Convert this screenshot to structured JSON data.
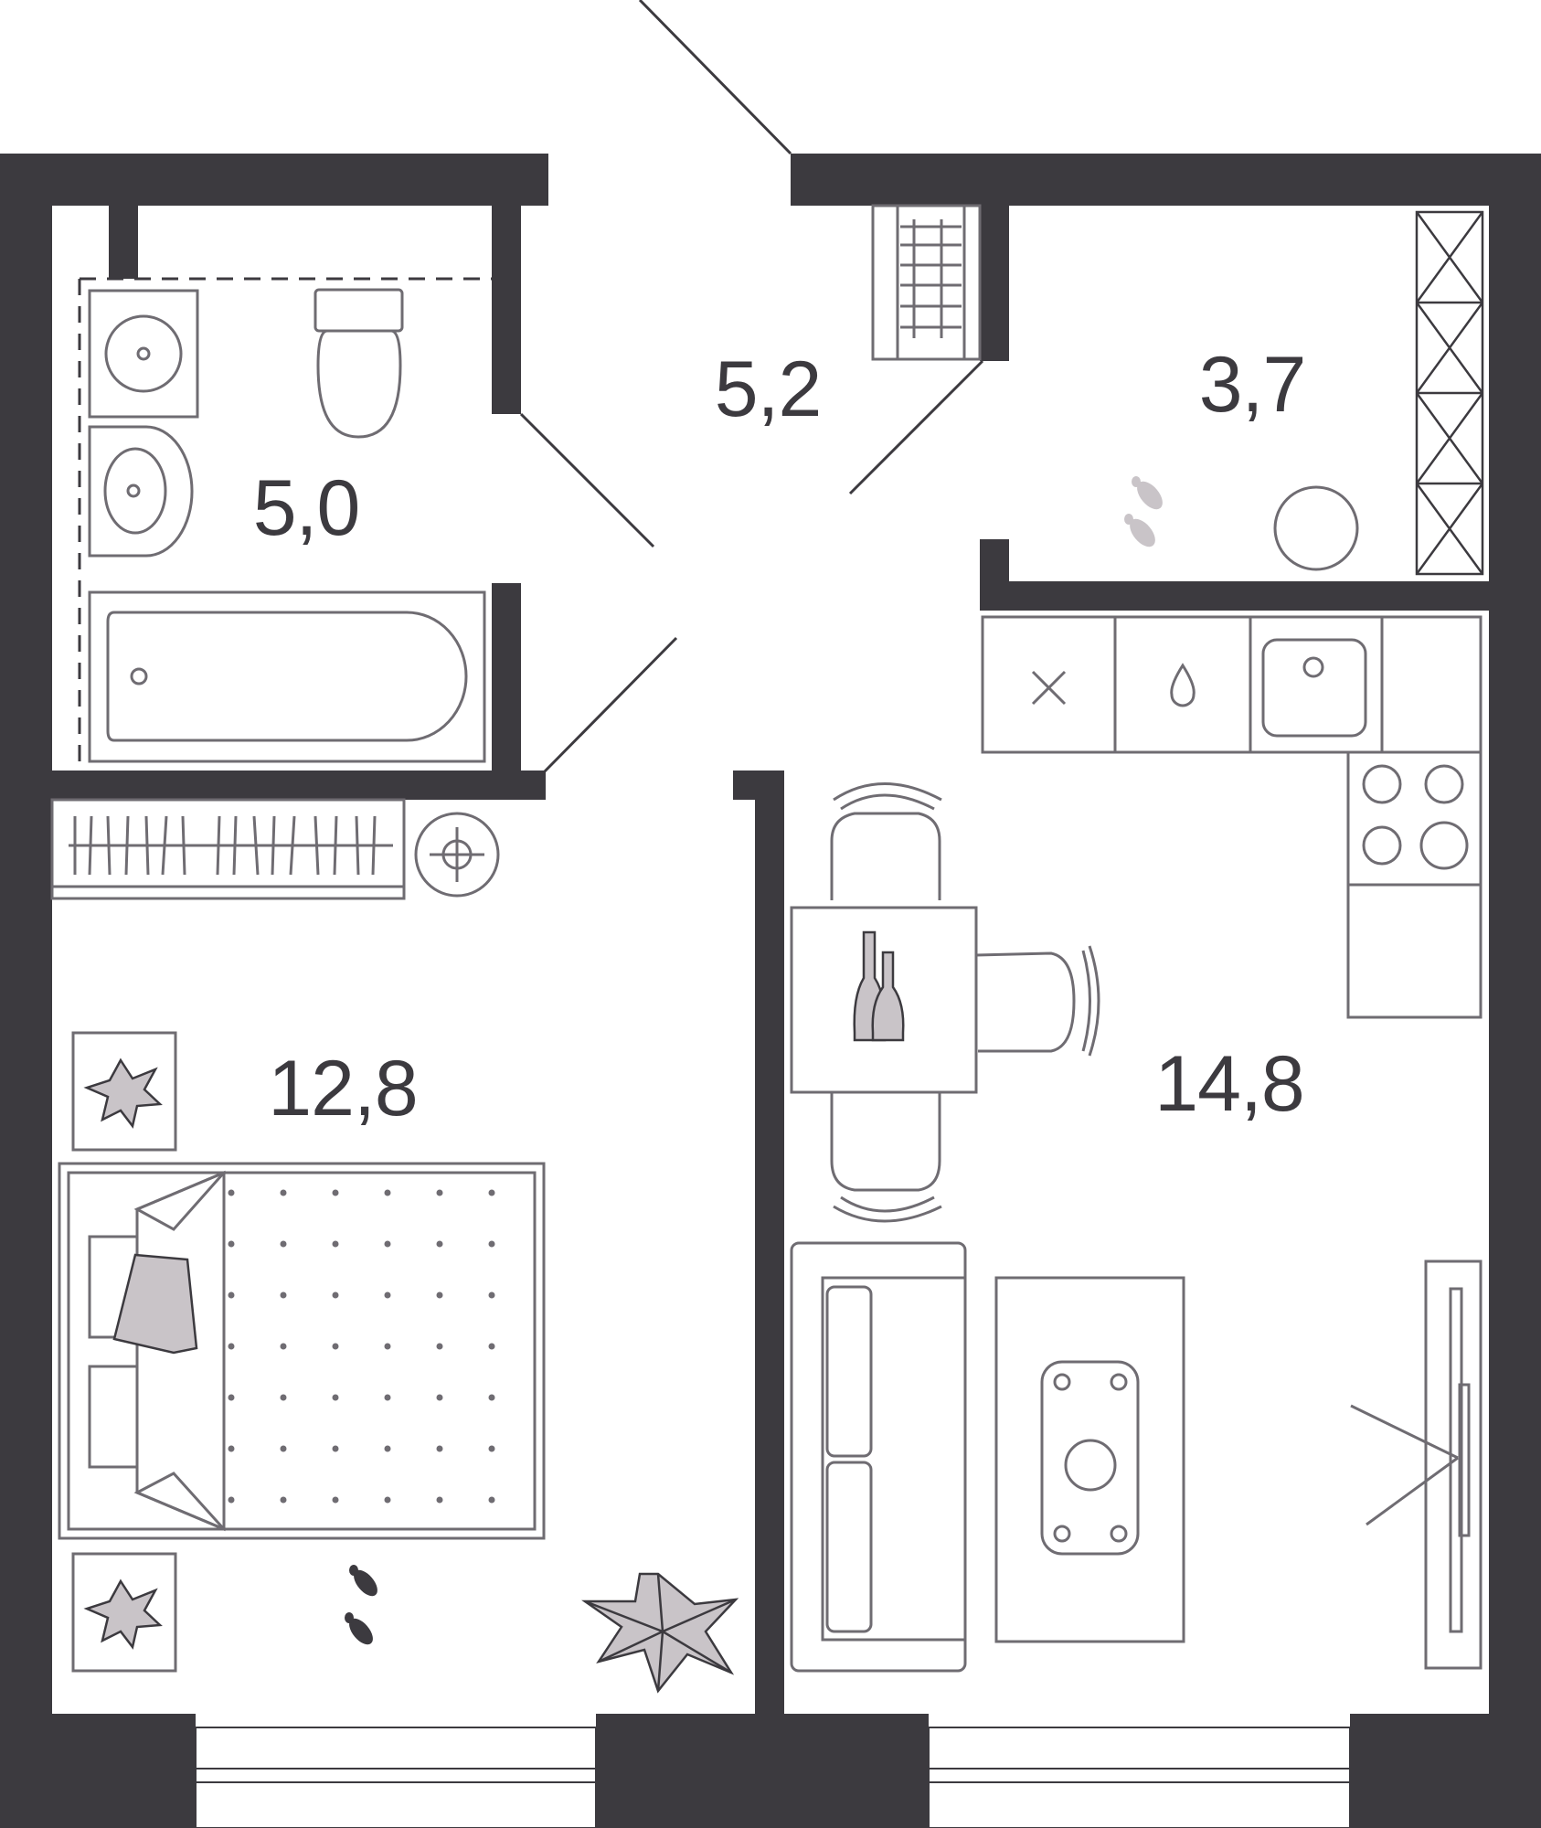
{
  "colors": {
    "wall": "#3c3a3f",
    "furniture_line": "#6f6c72",
    "accent_fill": "#c9c4c8",
    "background": "#ffffff"
  },
  "rooms": [
    {
      "id": "bathroom",
      "area": "5,0"
    },
    {
      "id": "hallway",
      "area": "5,2"
    },
    {
      "id": "storage",
      "area": "3,7"
    },
    {
      "id": "bedroom",
      "area": "12,8"
    },
    {
      "id": "kitchen-living",
      "area": "14,8"
    }
  ]
}
